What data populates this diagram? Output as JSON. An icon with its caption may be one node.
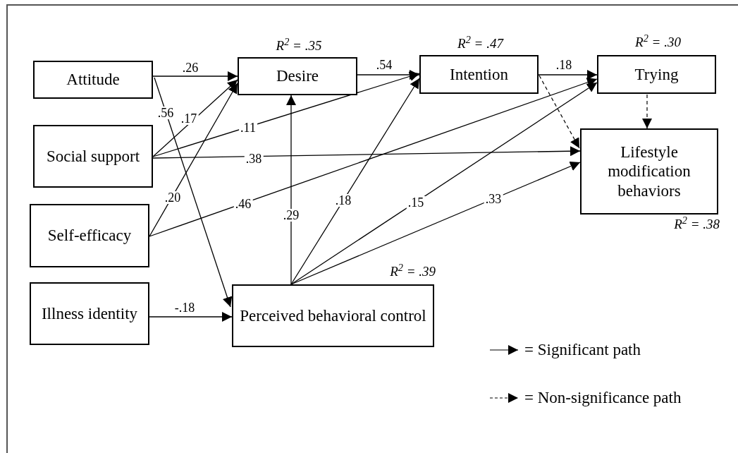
{
  "diagram": {
    "nodes": [
      {
        "text": [
          "Attitude"
        ]
      },
      {
        "text": [
          "Social support"
        ]
      },
      {
        "text": [
          "Self-efficacy"
        ]
      },
      {
        "text": [
          "Illness identity"
        ]
      },
      {
        "text": [
          "Desire"
        ],
        "beside": [
          "R$^{2}$ = .35"
        ]
      },
      {
        "text": [
          "Intention"
        ],
        "beside": [
          "R$^{2}$ = .47"
        ]
      },
      {
        "text": [
          "Trying"
        ],
        "beside": [
          "R$^{2}$ = .30"
        ]
      },
      {
        "text": [
          "Lifestyle modification behaviors"
        ],
        "beside": [
          "R$^{2}$ = .38"
        ]
      },
      {
        "text": [
          "Perceived behavioral control"
        ],
        "beside": [
          "R$^{2}$ = .39"
        ]
      }
    ],
    "edges": [
      {
        "from": 0,
        "to": 4,
        "arrow": "to",
        "label": ".26"
      },
      {
        "from": 0,
        "to": 8,
        "arrow": "to",
        "label": ".56"
      },
      {
        "from": 1,
        "to": 4,
        "arrow": "to",
        "label": ".17"
      },
      {
        "from": 1,
        "to": 5,
        "arrow": "to",
        "label": ".11"
      },
      {
        "from": 1,
        "to": 7,
        "arrow": "to",
        "label": ".38"
      },
      {
        "from": 2,
        "to": 4,
        "arrow": "to",
        "label": ".20"
      },
      {
        "from": 2,
        "to": 6,
        "arrow": "to",
        "label": ".46"
      },
      {
        "from": 3,
        "to": 8,
        "arrow": "to",
        "label": "-.18"
      },
      {
        "from": 8,
        "to": 4,
        "arrow": "to",
        "label": ".29"
      },
      {
        "from": 8,
        "to": 5,
        "arrow": "to",
        "label": ".18"
      },
      {
        "from": 8,
        "to": 6,
        "arrow": "to",
        "label": ".15"
      },
      {
        "from": 8,
        "to": 7,
        "arrow": "to",
        "label": ".33"
      },
      {
        "from": 4,
        "to": 5,
        "arrow": "to",
        "label": ".54"
      },
      {
        "from": 5,
        "to": 6,
        "arrow": "to",
        "label": ".18"
      },
      {
        "from": 5,
        "to": 7,
        "arrow": "to",
        "style": "dashed"
      },
      {
        "from": 6,
        "to": 7,
        "arrow": "to",
        "style": "dashed"
      }
    ],
    "legend": [
      {
        "text": "= Significant path"
      },
      {
        "text": "= Non-significance path"
      }
    ]
  }
}
